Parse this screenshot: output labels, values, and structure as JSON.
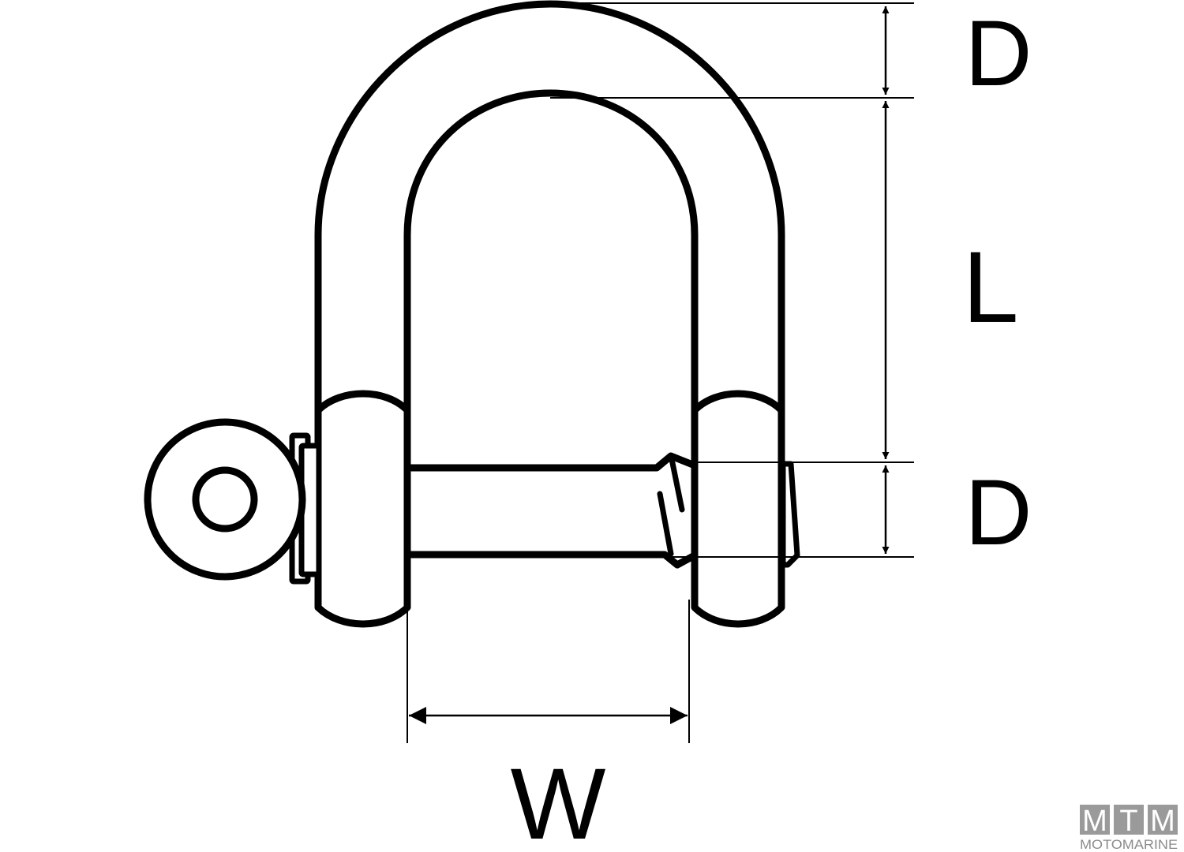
{
  "diagram": {
    "subject": "D-shackle with screw pin",
    "colors": {
      "line": "#000000",
      "background": "#ffffff",
      "logo_box": "#9a9a9a",
      "logo_text": "#8c8c8c"
    },
    "dimensions": {
      "top_d": "D",
      "length": "L",
      "pin_d": "D",
      "width": "W"
    }
  },
  "logo": {
    "letters": [
      "M",
      "T",
      "M"
    ],
    "name": "MOTOMARINE"
  }
}
